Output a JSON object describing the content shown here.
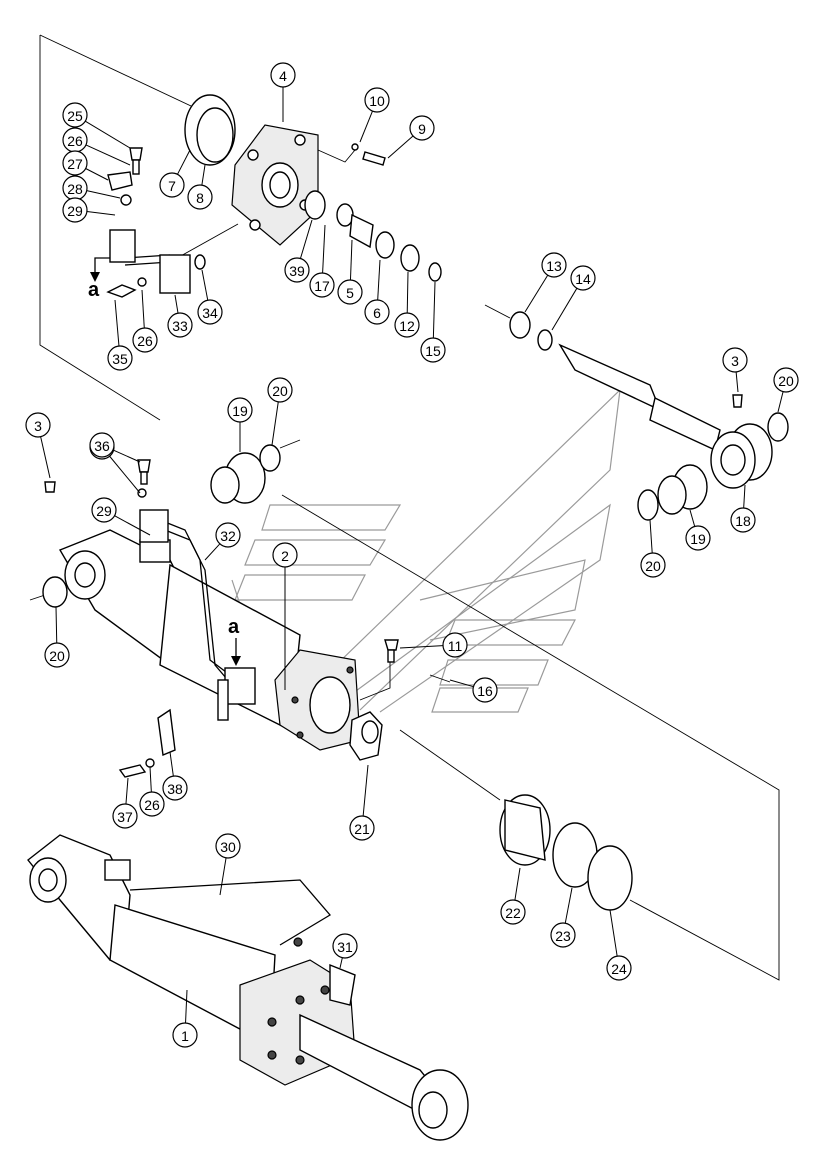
{
  "callouts": [
    "1",
    "2",
    "3",
    "3",
    "4",
    "5",
    "6",
    "7",
    "8",
    "9",
    "10",
    "11",
    "12",
    "13",
    "14",
    "15",
    "16",
    "17",
    "18",
    "19",
    "19",
    "20",
    "20",
    "20",
    "20",
    "21",
    "22",
    "23",
    "24",
    "25",
    "26",
    "26",
    "26",
    "26",
    "27",
    "28",
    "29",
    "29",
    "30",
    "31",
    "32",
    "33",
    "34",
    "35",
    "36",
    "37",
    "38",
    "39"
  ],
  "view_labels": {
    "a_top": "a",
    "a_mid": "a"
  }
}
